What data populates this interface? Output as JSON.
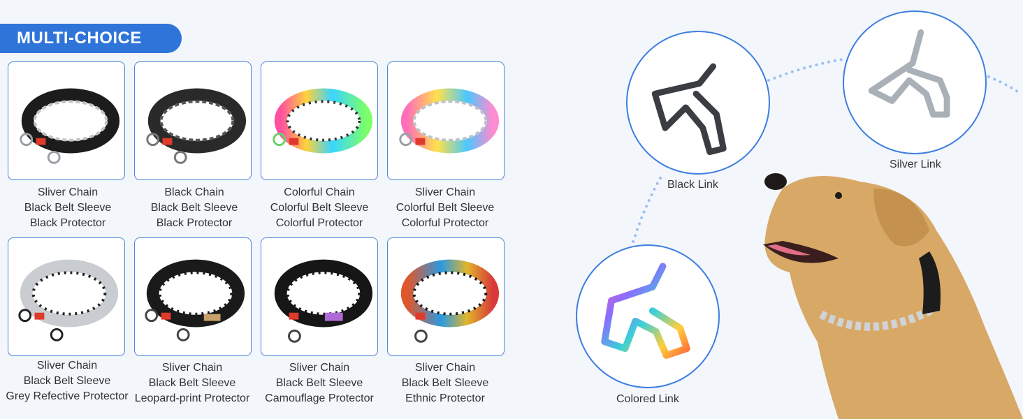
{
  "banner": {
    "title": "MULTI-CHOICE"
  },
  "products": [
    {
      "line1": "Sliver Chain",
      "line2": "Black Belt Sleeve",
      "line3": "Black Protector"
    },
    {
      "line1": "Black Chain",
      "line2": "Black Belt Sleeve",
      "line3": "Black Protector"
    },
    {
      "line1": "Colorful Chain",
      "line2": "Colorful Belt Sleeve",
      "line3": "Colorful Protector"
    },
    {
      "line1": "Sliver Chain",
      "line2": "Colorful Belt Sleeve",
      "line3": "Colorful Protector"
    },
    {
      "line1": "Sliver Chain",
      "line2": "Black Belt Sleeve",
      "line3": "Grey Refective Protector"
    },
    {
      "line1": "Sliver Chain",
      "line2": "Black Belt Sleeve",
      "line3": "Leopard-print Protector"
    },
    {
      "line1": "Sliver Chain",
      "line2": "Black Belt Sleeve",
      "line3": "Camouflage Protector"
    },
    {
      "line1": "Sliver Chain",
      "line2": "Black Belt Sleeve",
      "line3": "Ethnic Protector"
    }
  ],
  "links": {
    "black": "Black Link",
    "silver": "Silver Link",
    "colored": "Colored Link"
  },
  "colors": {
    "accent": "#2f74d8",
    "border": "#4a86d8",
    "background": "#f3f6fb"
  }
}
